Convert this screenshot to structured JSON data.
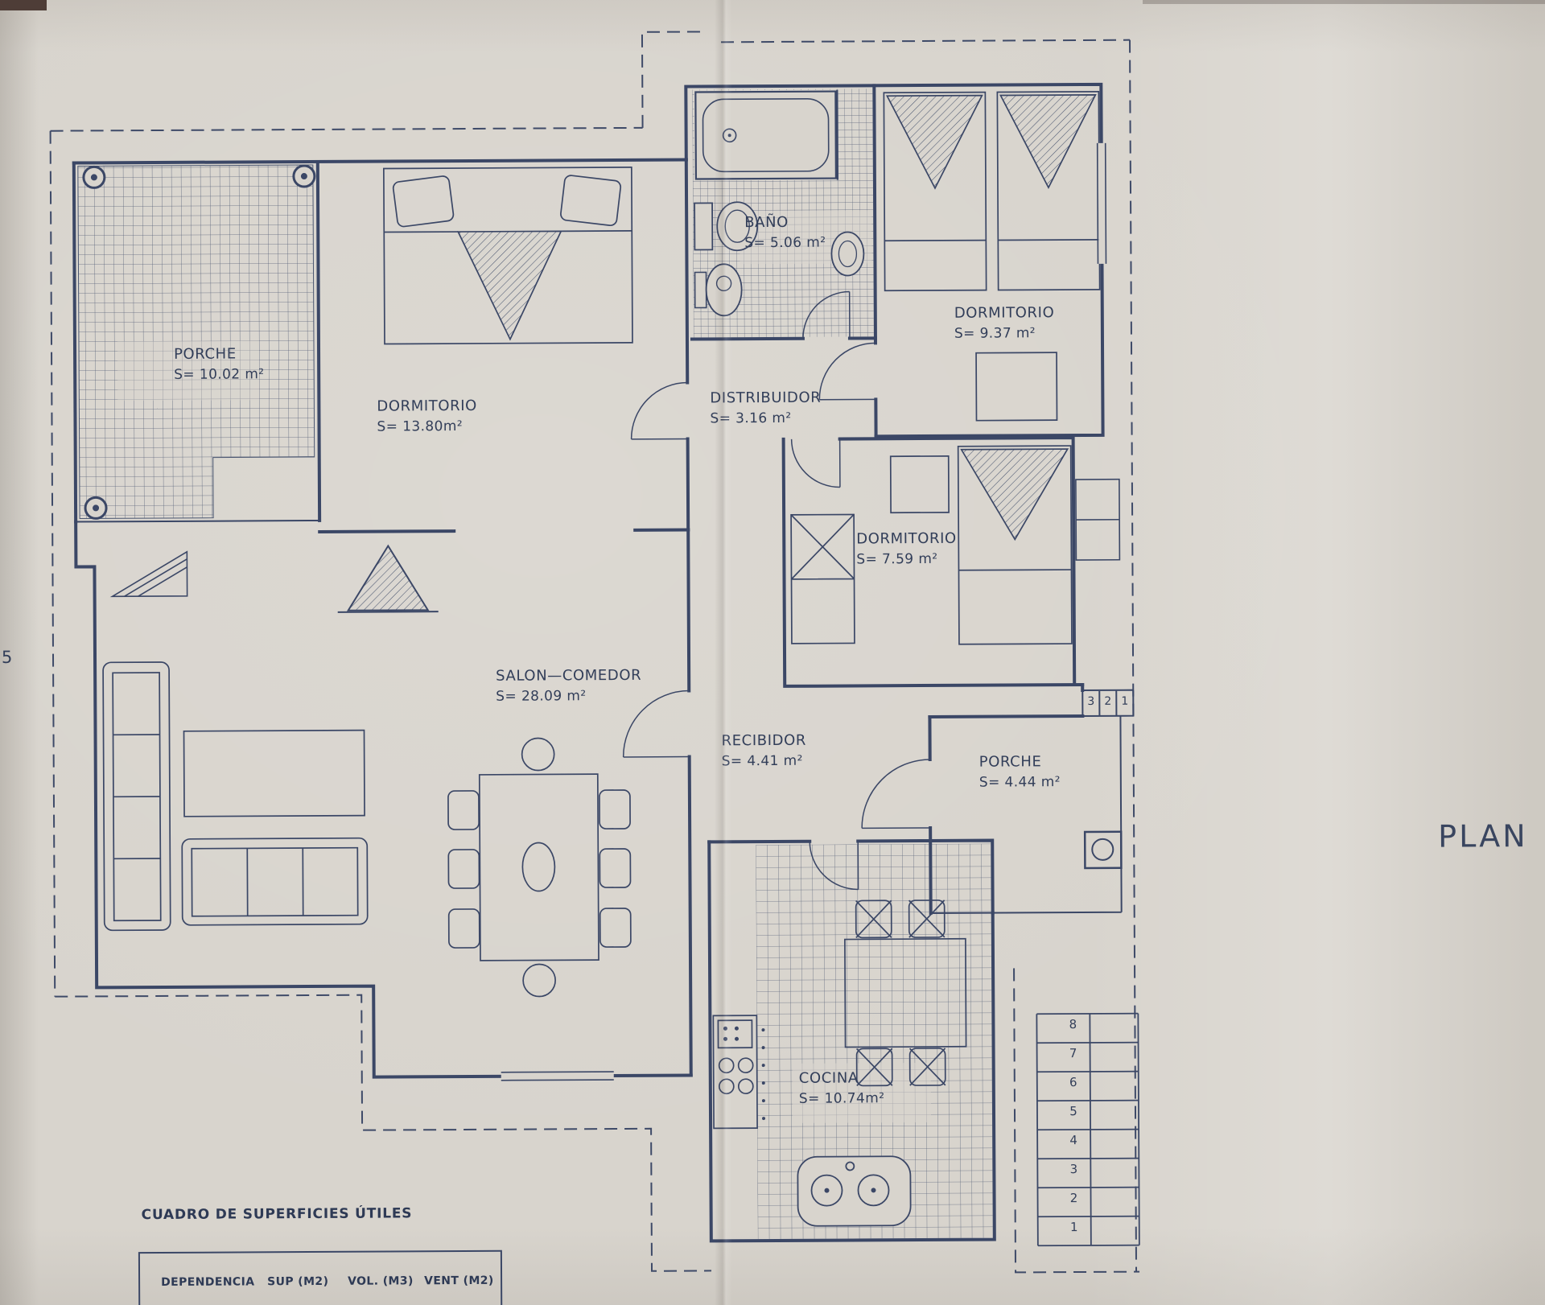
{
  "paper": {
    "bg": "#d8d4cd",
    "ink": "#3b4766"
  },
  "labels": {
    "plan_title": "PLAN",
    "left_edge_mark": "5"
  },
  "rooms": [
    {
      "name": "PORCHE",
      "area": "S= 10.02 m²"
    },
    {
      "name": "DORMITORIO",
      "area": "S= 13.80m²"
    },
    {
      "name": "BAÑO",
      "area": "S= 5.06 m²"
    },
    {
      "name": "DORMITORIO",
      "area": "S= 9.37 m²"
    },
    {
      "name": "DISTRIBUIDOR",
      "area": "S= 3.16 m²"
    },
    {
      "name": "DORMITORIO",
      "area": "S= 7.59 m²"
    },
    {
      "name": "SALON—COMEDOR",
      "area": "S= 28.09 m²"
    },
    {
      "name": "RECIBIDOR",
      "area": "S= 4.41 m²"
    },
    {
      "name": "PORCHE",
      "area": "S= 4.44 m²"
    },
    {
      "name": "COCINA",
      "area": "S= 10.74m²"
    }
  ],
  "stair_steps": [
    "8",
    "7",
    "6",
    "5",
    "4",
    "3",
    "2",
    "1"
  ],
  "porch_steps": [
    "3",
    "2",
    "1"
  ],
  "surfaces_table": {
    "title": "CUADRO DE SUPERFICIES ÚTILES",
    "headers": [
      "DEPENDENCIA",
      "SUP (M2)",
      "VOL. (M3)",
      "VENT (M2)"
    ]
  }
}
